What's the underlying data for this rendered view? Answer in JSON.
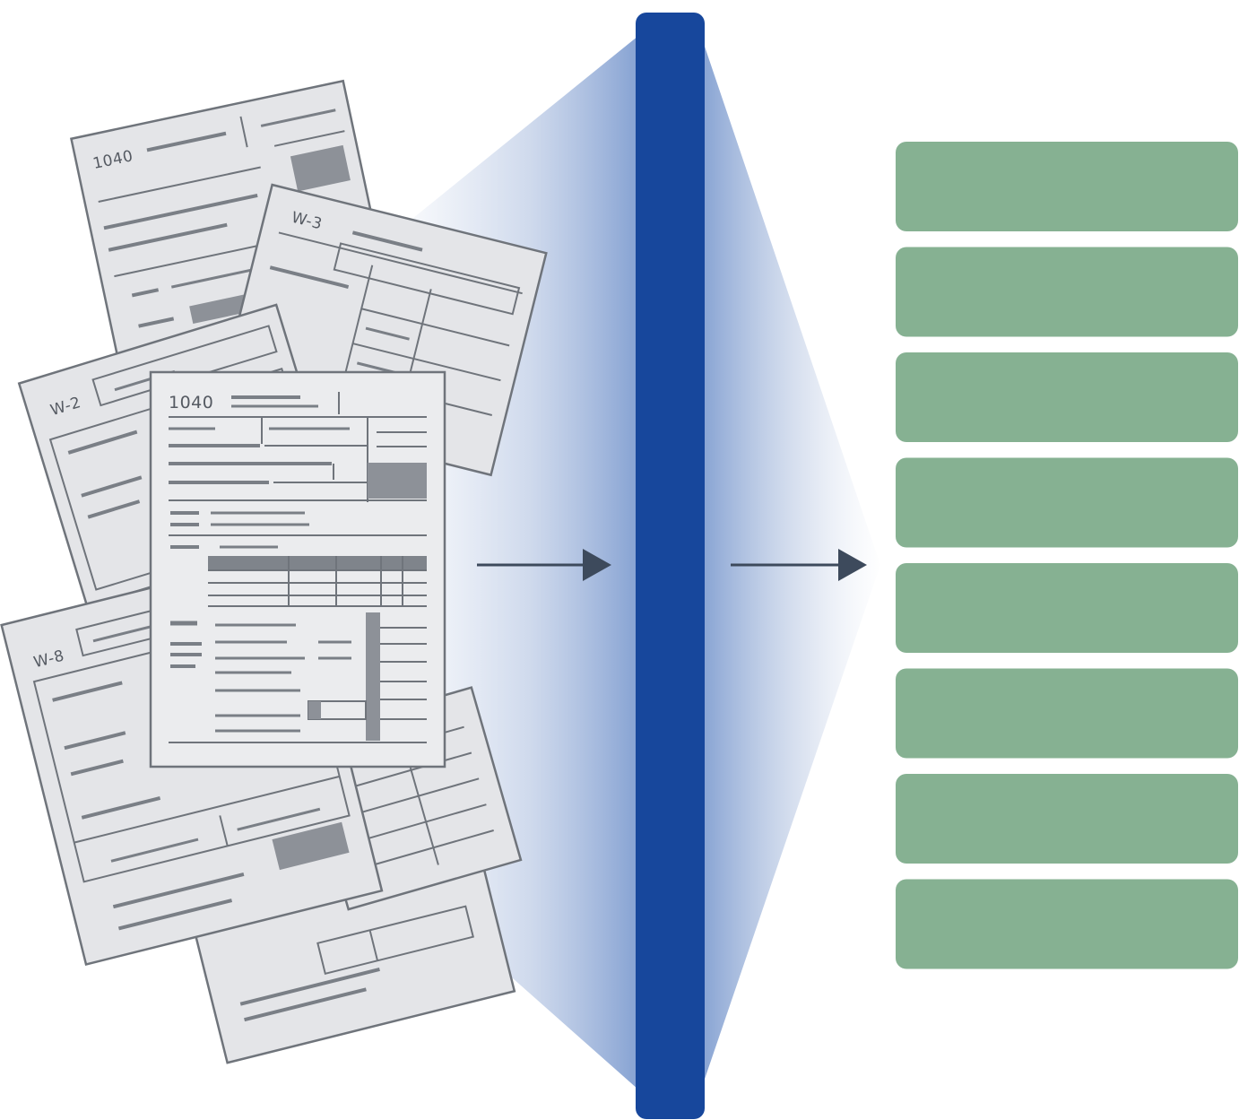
{
  "documents": {
    "back_top": {
      "form_label": "1040"
    },
    "w3": {
      "form_label": "W-3"
    },
    "w2": {
      "form_label": "W-2"
    },
    "w8": {
      "form_label": "W-8"
    },
    "front": {
      "form_label": "1040"
    }
  },
  "output": {
    "record_count": 8
  },
  "colors": {
    "filter_bar": "#17479c",
    "beam": "#9fb4d8",
    "record_block": "#86b192",
    "arrow": "#3d4a5c",
    "paper": "#e6e7e9",
    "paper_line": "#6f747b"
  }
}
